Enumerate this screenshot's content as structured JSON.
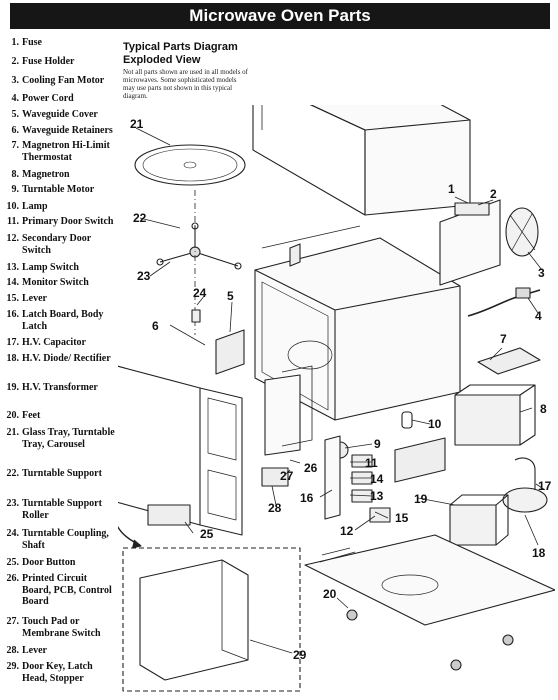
{
  "title": "Microwave Oven Parts",
  "diagram_heading": {
    "line1": "Typical Parts Diagram",
    "line2": "Exploded View"
  },
  "diagram_note": "Not all parts shown are used in all models of microwaves. Some sophisticated models may use parts not shown in this typical diagram.",
  "parts": [
    {
      "num": "1.",
      "name": "Fuse"
    },
    {
      "num": "2.",
      "name": "Fuse Holder"
    },
    {
      "num": "3.",
      "name": "Cooling Fan Motor"
    },
    {
      "num": "4.",
      "name": "Power Cord"
    },
    {
      "num": "5.",
      "name": "Waveguide Cover"
    },
    {
      "num": "6.",
      "name": "Waveguide Retainers"
    },
    {
      "num": "7.",
      "name": "Magnetron Hi-Limit Thermostat"
    },
    {
      "num": "8.",
      "name": "Magnetron"
    },
    {
      "num": "9.",
      "name": "Turntable Motor"
    },
    {
      "num": "10.",
      "name": "Lamp"
    },
    {
      "num": "11.",
      "name": "Primary Door Switch"
    },
    {
      "num": "12.",
      "name": "Secondary Door Switch"
    },
    {
      "num": "13.",
      "name": "Lamp Switch"
    },
    {
      "num": "14.",
      "name": "Monitor Switch"
    },
    {
      "num": "15.",
      "name": "Lever"
    },
    {
      "num": "16.",
      "name": "Latch Board, Body Latch"
    },
    {
      "num": "17.",
      "name": "H.V. Capacitor"
    },
    {
      "num": "18.",
      "name": "H.V. Diode/ Rectifier"
    },
    {
      "num": "19.",
      "name": "H.V. Transformer"
    },
    {
      "num": "20.",
      "name": "Feet"
    },
    {
      "num": "21.",
      "name": "Glass Tray, Turntable Tray, Carousel"
    },
    {
      "num": "22.",
      "name": "Turntable Support"
    },
    {
      "num": "23.",
      "name": "Turntable Support Roller"
    },
    {
      "num": "24.",
      "name": "Turntable Coupling, Shaft"
    },
    {
      "num": "25.",
      "name": "Door Button"
    },
    {
      "num": "26.",
      "name": "Printed Circuit Board, PCB, Control Board"
    },
    {
      "num": "27.",
      "name": "Touch Pad or Membrane Switch"
    },
    {
      "num": "28.",
      "name": "Lever"
    },
    {
      "num": "29.",
      "name": "Door Key, Latch Head, Stopper"
    }
  ],
  "callouts": [
    "1",
    "2",
    "3",
    "4",
    "5",
    "6",
    "7",
    "8",
    "9",
    "10",
    "11",
    "12",
    "13",
    "14",
    "15",
    "16",
    "17",
    "18",
    "19",
    "20",
    "21",
    "22",
    "23",
    "24",
    "25",
    "26",
    "27",
    "28",
    "29"
  ]
}
